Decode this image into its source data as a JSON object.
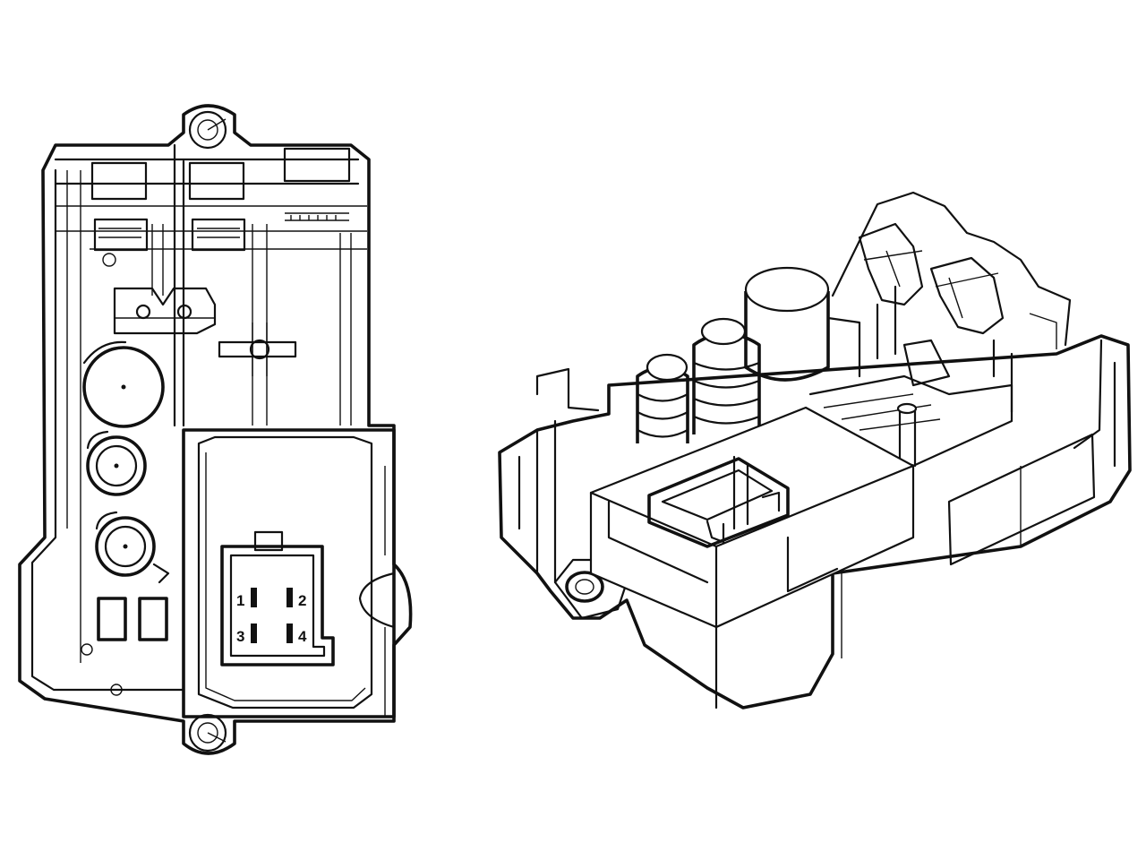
{
  "connector": {
    "pins": [
      {
        "label": "1"
      },
      {
        "label": "2"
      },
      {
        "label": "3"
      },
      {
        "label": "4"
      }
    ]
  },
  "colors": {
    "line": "#111111",
    "background": "#ffffff"
  }
}
